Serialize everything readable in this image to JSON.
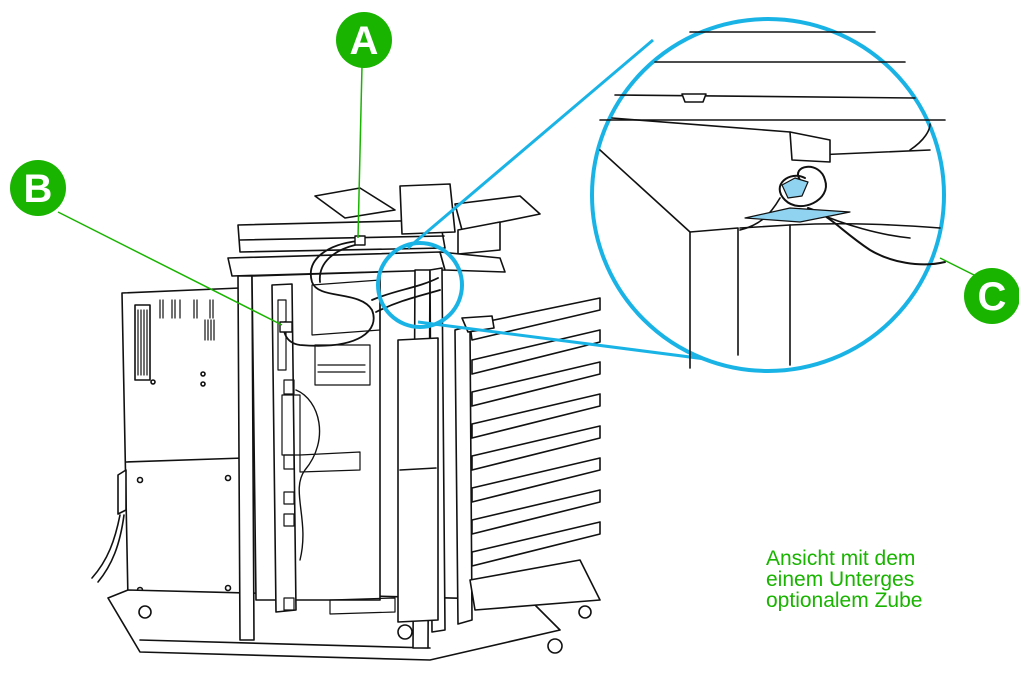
{
  "figure": {
    "callouts": [
      {
        "id": "a",
        "letter": "A"
      },
      {
        "id": "b",
        "letter": "B"
      },
      {
        "id": "c",
        "letter": "C"
      }
    ],
    "caption_lines": [
      "Ansicht mit dem",
      "einem Unterges",
      "optionalem Zube"
    ],
    "colors": {
      "callout_fill": "#19b400",
      "callout_text": "#ffffff",
      "leader_line": "#19b400",
      "magnifier": "#1ab3e6",
      "printer_line": "#111111"
    }
  }
}
